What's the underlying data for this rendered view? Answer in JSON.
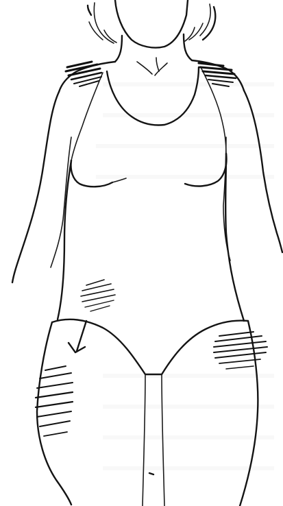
{
  "figure": {
    "subject": "line-drawing-female-torso-front-view",
    "colors": {
      "ink": "#141414",
      "paper": "#ffffff"
    },
    "markers": [
      {
        "name": "left-shoulder-shading",
        "kind": "hatched-patch"
      },
      {
        "name": "right-shoulder-shading",
        "kind": "hatched-patch"
      },
      {
        "name": "abdomen-shading",
        "kind": "hatched-patch"
      },
      {
        "name": "right-hip-shading",
        "kind": "hatched-patch"
      },
      {
        "name": "left-thigh-shading",
        "kind": "hatched-patch"
      },
      {
        "name": "pointer-arrow",
        "kind": "arrow-icon"
      }
    ]
  }
}
